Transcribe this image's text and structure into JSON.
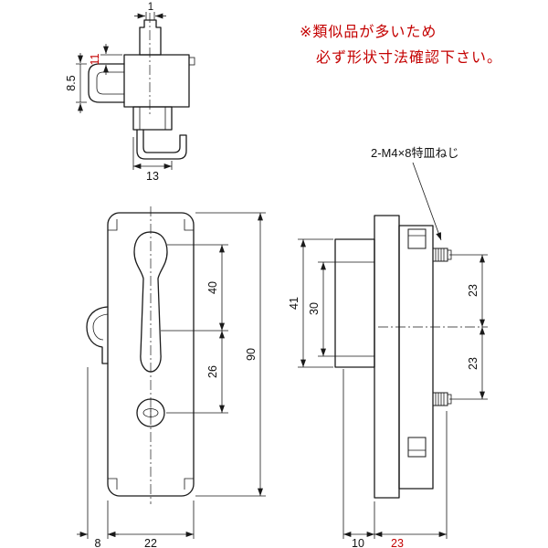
{
  "notice": {
    "line1": "※類似品が多いため",
    "line2": "必ず形状寸法確認下さい。"
  },
  "screw_label": "2-M4×8特皿ねじ",
  "dims": {
    "top_tip": "1",
    "top_offset": "11",
    "top_arm": "8.5",
    "top_width": "13",
    "front_upper": "40",
    "front_lower": "26",
    "front_height": "90",
    "front_hook": "8",
    "front_width": "22",
    "side_case_height": "41",
    "side_inner": "30",
    "side_screw_upper": "23",
    "side_screw_lower": "23",
    "side_case_depth": "10",
    "side_back_depth": "23"
  },
  "colors": {
    "line": "#1a1a1a",
    "accent_red": "#c40000",
    "background": "#ffffff"
  }
}
